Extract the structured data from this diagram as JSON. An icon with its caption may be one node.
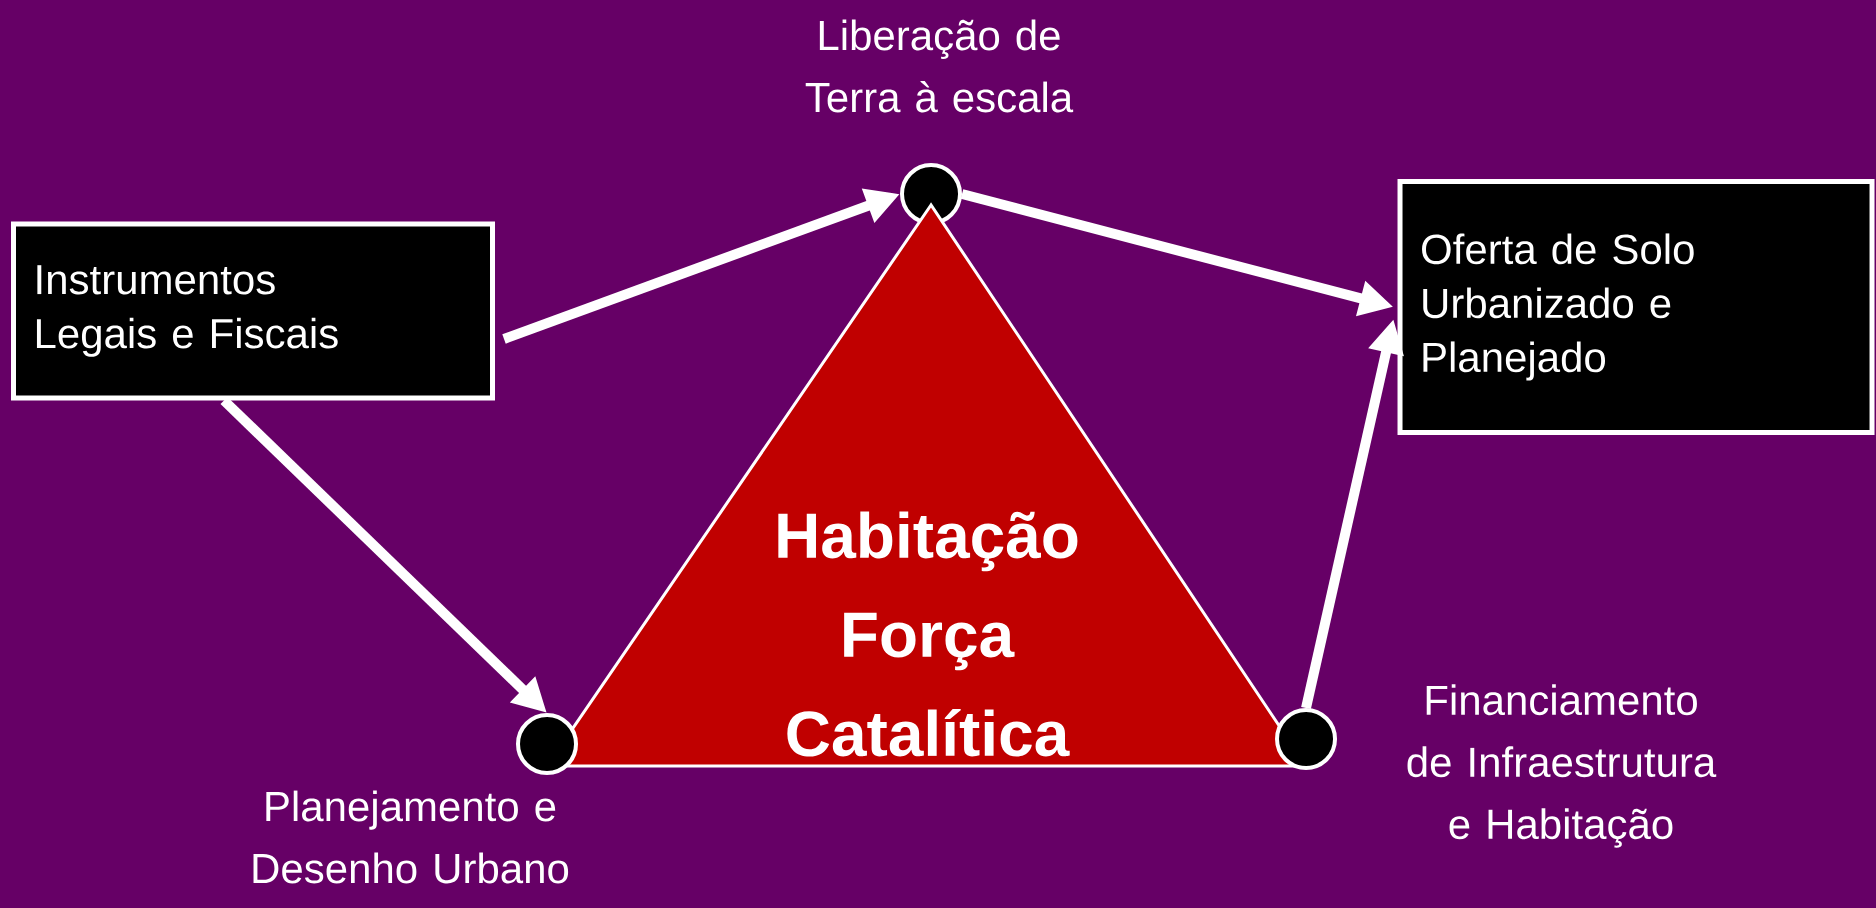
{
  "diagram": {
    "nodes": [
      {
        "text": [
          "Instrumentos Legais e Fiscais"
        ]
      },
      {
        "text": [],
        "shape": "circle",
        "beside": [
          "Liberação de Terra à escala"
        ]
      },
      {
        "text": [
          "Oferta de Solo Urbanizado e Planejado"
        ]
      },
      {
        "text": [
          "Habitação Força Catalítica"
        ]
      },
      {
        "text": [],
        "shape": "circle",
        "beside": [
          "Planejamento e Desenho Urbano"
        ]
      },
      {
        "text": [],
        "shape": "circle",
        "beside": [
          "Financiamento de Infraestrutura e Habitação"
        ]
      }
    ],
    "edges": [
      {
        "from": 0,
        "to": 1,
        "arrow": "to"
      },
      {
        "from": 1,
        "to": 2,
        "arrow": "to"
      },
      {
        "from": 0,
        "to": 4,
        "arrow": "to"
      },
      {
        "from": 5,
        "to": 2,
        "arrow": "to"
      }
    ]
  }
}
